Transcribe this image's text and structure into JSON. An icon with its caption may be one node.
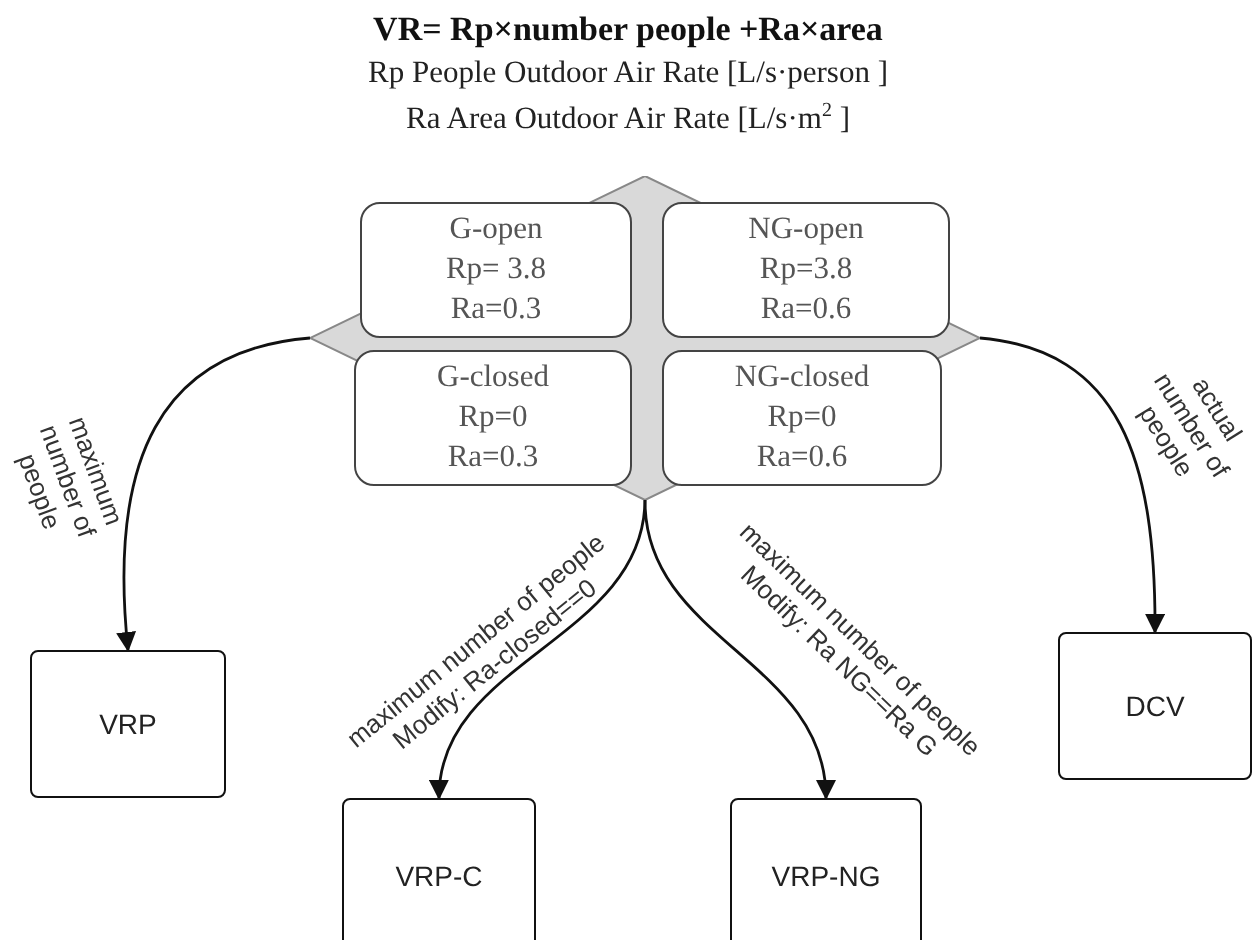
{
  "diagram": {
    "title": "VR= Rp×number people +Ra×area",
    "labels": [
      "Rp People Outdoor Air Rate [L/s·person ]",
      "Ra Area Outdoor Air Rate [L/s·m$^{2}$ ]"
    ],
    "nodes": [
      {
        "text": [],
        "shape": "diamond"
      },
      {
        "text": [
          "G-open",
          "Rp= 3.8",
          "Ra=0.3"
        ],
        "in": 0
      },
      {
        "text": [
          "NG-open",
          "Rp=3.8",
          "Ra=0.6"
        ],
        "in": 0
      },
      {
        "text": [
          "G-closed",
          "Rp=0",
          "Ra=0.3"
        ],
        "in": 0
      },
      {
        "text": [
          "NG-closed",
          "Rp=0",
          "Ra=0.6"
        ],
        "in": 0
      },
      {
        "text": [
          "VRP"
        ]
      },
      {
        "text": [
          "VRP-C"
        ]
      },
      {
        "text": [
          "VRP-NG"
        ]
      },
      {
        "text": [
          "DCV"
        ]
      }
    ],
    "edges": [
      {
        "from": 0,
        "to": 5,
        "arrow": "to",
        "label": "maximum number of people"
      },
      {
        "from": 0,
        "to": 6,
        "arrow": "to",
        "label": "maximum number of people Modify: Ra-closed==0"
      },
      {
        "from": 0,
        "to": 7,
        "arrow": "to",
        "label": "maximum number of people Modify: Ra NG==Ra G"
      },
      {
        "from": 0,
        "to": 8,
        "arrow": "to",
        "label": "actual number of people"
      }
    ]
  }
}
